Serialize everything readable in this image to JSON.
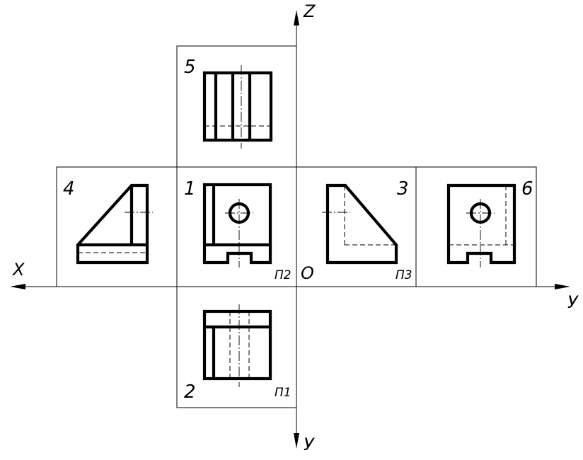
{
  "axes": {
    "z": "Z",
    "x": "X",
    "y_right": "У",
    "y_down": "У",
    "origin": "O"
  },
  "views": {
    "v1": "1",
    "v2": "2",
    "v3": "3",
    "v4": "4",
    "v5": "5",
    "v6": "6"
  },
  "planes": {
    "p1": "П1",
    "p2": "П2",
    "p3": "П3"
  }
}
